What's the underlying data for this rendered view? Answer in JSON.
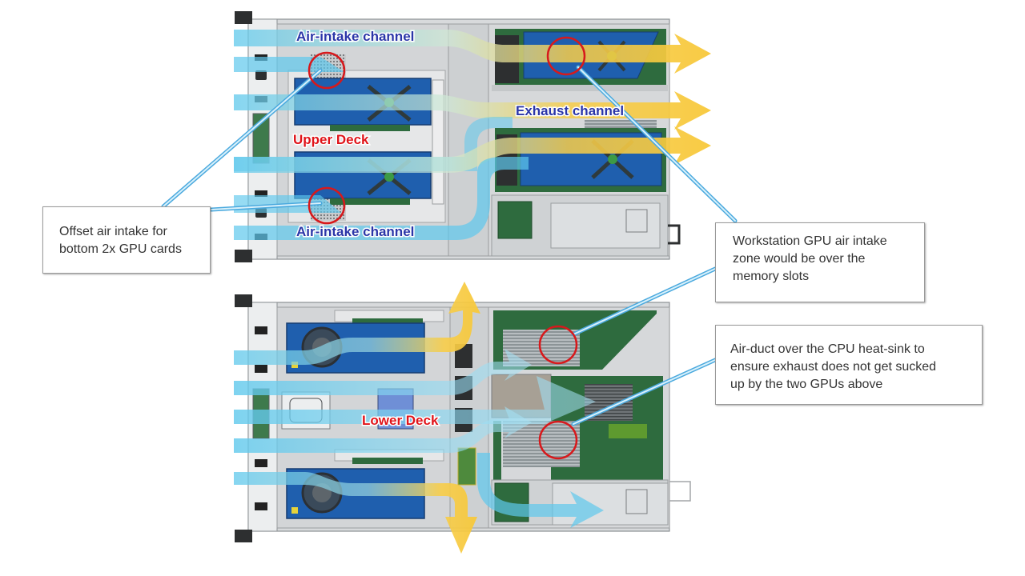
{
  "labels": {
    "air_intake_top": "Air-intake channel",
    "air_intake_bottom": "Air-intake channel",
    "exhaust_channel": "Exhaust channel",
    "upper_deck": "Upper Deck",
    "lower_deck": "Lower Deck"
  },
  "callouts": {
    "offset_intake": {
      "lines": [
        "Offset air intake for",
        "bottom 2x GPU cards"
      ]
    },
    "workstation_gpu": {
      "lines": [
        "Workstation GPU air intake",
        "zone would be over the",
        "memory slots"
      ]
    },
    "air_duct": {
      "lines": [
        "Air-duct over the CPU heat-sink to",
        "ensure exhaust does not get sucked",
        "up by the two GPUs above"
      ]
    }
  },
  "colors": {
    "intake_air": "#5ec8ec",
    "exhaust_air": "#f7cd4a",
    "highlight_circle": "#d7191c",
    "channel_label": "#2b36a8",
    "deck_label": "#e0141a",
    "gpu_card": "#1f5fae",
    "chassis": "#d8dadc",
    "pcb": "#2e6b3e"
  }
}
